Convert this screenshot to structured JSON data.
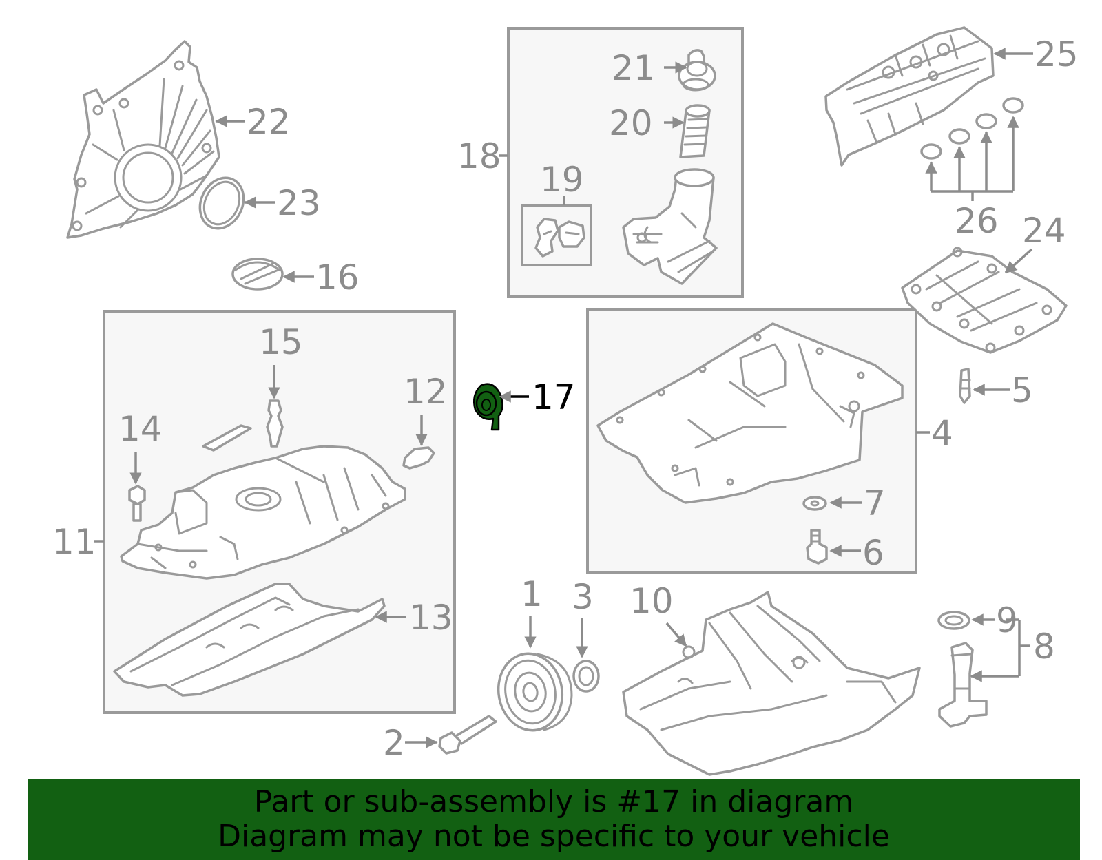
{
  "diagram": {
    "highlight_color": "#126012",
    "line_color": "#9a9a9a",
    "box_fill": "#f7f7f7",
    "callouts": {
      "c1": "1",
      "c2": "2",
      "c3": "3",
      "c4": "4",
      "c5": "5",
      "c6": "6",
      "c7": "7",
      "c8": "8",
      "c9": "9",
      "c10": "10",
      "c11": "11",
      "c12": "12",
      "c13": "13",
      "c14": "14",
      "c15": "15",
      "c16": "16",
      "c17": "17",
      "c18": "18",
      "c19": "19",
      "c20": "20",
      "c21": "21",
      "c22": "22",
      "c23": "23",
      "c24": "24",
      "c25": "25",
      "c26": "26"
    },
    "highlighted_part": "17"
  },
  "banner": {
    "background": "#126012",
    "line1": "Part or sub-assembly is #17 in diagram",
    "line2": "Diagram may not be specific to your vehicle"
  }
}
